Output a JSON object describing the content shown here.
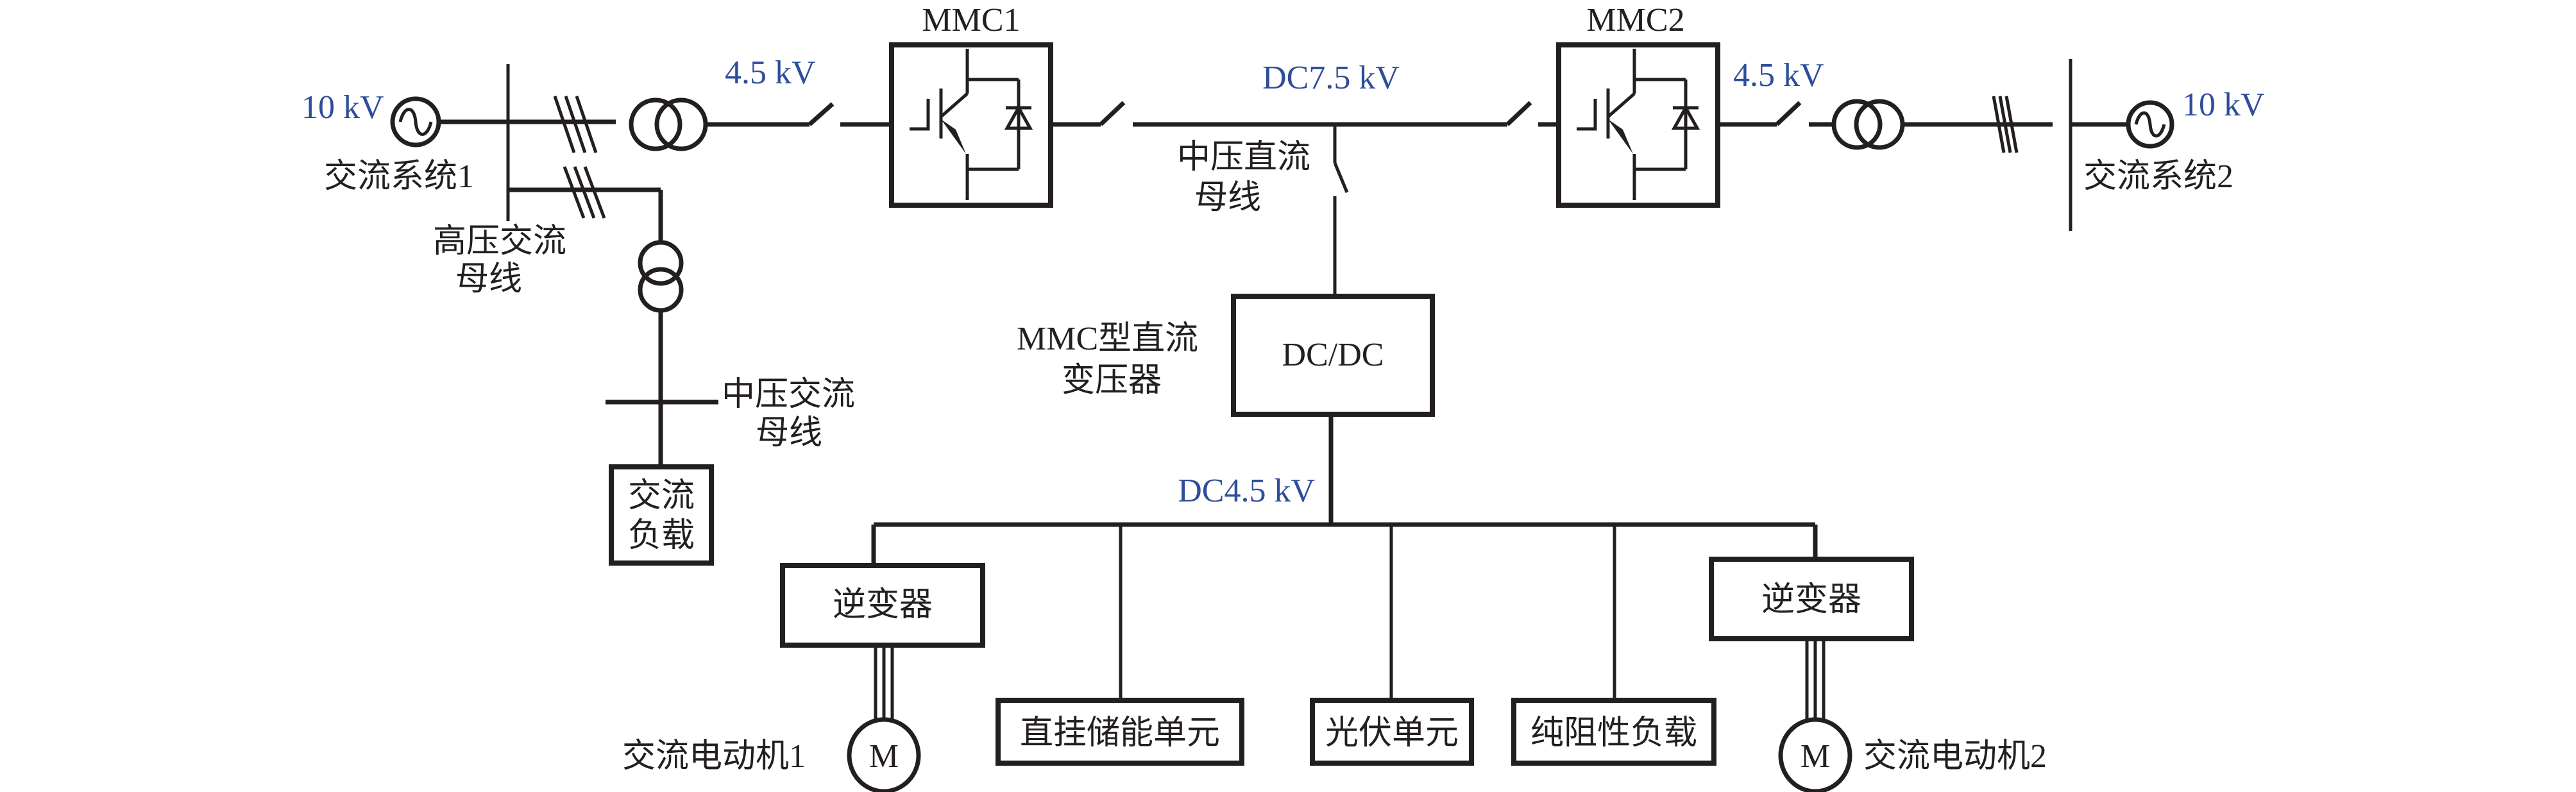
{
  "colors": {
    "line": "#231f20",
    "voltage_label": "#2e4d9b",
    "background": "#ffffff"
  },
  "ac_system_1": {
    "voltage": "10 kV",
    "label": "交流系统1",
    "icon": "ac-source-icon"
  },
  "ac_system_2": {
    "voltage": "10 kV",
    "label": "交流系统2",
    "icon": "ac-source-icon"
  },
  "hv_ac_bus": {
    "label_line1": "高压交流",
    "label_line2": "母线"
  },
  "mv_ac_bus": {
    "label_line1": "中压交流",
    "label_line2": "母线"
  },
  "ac_load": {
    "label_line1": "交流",
    "label_line2": "负载"
  },
  "mmc1": {
    "title": "MMC1",
    "ac_voltage": "4.5 kV",
    "icon": "igbt-diode-icon"
  },
  "mmc2": {
    "title": "MMC2",
    "ac_voltage": "4.5 kV",
    "icon": "igbt-diode-icon"
  },
  "mv_dc_bus": {
    "voltage": "DC7.5 kV",
    "label_line1": "中压直流",
    "label_line2": "母线"
  },
  "dc_transformer": {
    "box_label": "DC/DC",
    "label_line1": "MMC型直流",
    "label_line2": "变压器"
  },
  "lv_dc_bus": {
    "voltage": "DC4.5 kV"
  },
  "loads": {
    "inverter_1": "逆变器",
    "inverter_2": "逆变器",
    "motor_1": {
      "symbol": "M",
      "label": "交流电动机1"
    },
    "motor_2": {
      "symbol": "M",
      "label": "交流电动机2"
    },
    "storage": "直挂储能单元",
    "pv": "光伏单元",
    "resistive_load": "纯阻性负载"
  }
}
